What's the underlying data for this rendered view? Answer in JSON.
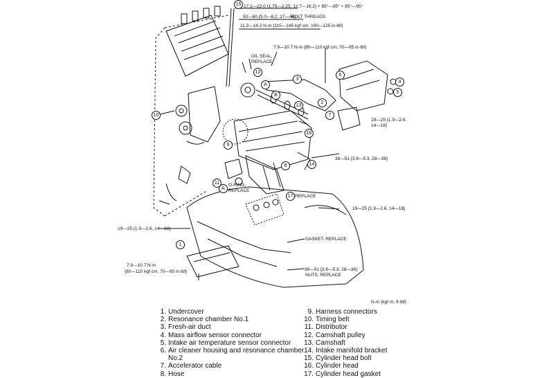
{
  "torque_specs": {
    "head_bolt_steps": "17.2—22.0 {1.75—2.25, 12.7—16.2} + 85°—95° + 85°—95°",
    "bolt_threads_spec": "50—60 {5.0—6.2, 37—44}",
    "bolt_threads_label": "BOLT THREADS",
    "cam_pulley": "11.3—14.2 N·m {115—145 kgf·cm, 100—125 in·lbf}",
    "duct_bolt": "7.9—10.7 N·m {80—110 kgf·cm, 70—95 in·lbf}",
    "air_cleaner": "19—25 {1.9—2.6,\n14—18}",
    "bracket": "38—51 {3.8—5.3, 28—38}",
    "lower_right": "19—25 {1.9—2.6, 14—18}",
    "lower_left": "19—25 {1.9—2.6, 14—18}",
    "undercover_line1": "7.9—10.7 N·m",
    "undercover_line2": "{80—110 kgf·cm, 70—95 in·lbf}",
    "gasket_spec": "38—51 {3.8—5.3, 28—38}"
  },
  "callouts": {
    "oil_seal": "OIL SEAL,\nREPLACE",
    "o_ring": "O-RING,\nREPLACE",
    "replace": "REPLACE",
    "gasket_replace": "GASKET, REPLACE",
    "nuts_replace": "NUTS, REPLACE",
    "circle_a": "A",
    "circle_b": "B"
  },
  "part_numbers": [
    "1",
    "2",
    "3",
    "4",
    "5",
    "6",
    "7",
    "8",
    "9",
    "10",
    "11",
    "12",
    "13",
    "14",
    "15",
    "16",
    "17"
  ],
  "units_note": "N·m {kgf·m, ft·lbf}",
  "legend_left": [
    {
      "n": "1.",
      "text": "Undercover"
    },
    {
      "n": "2.",
      "text": "Resonance chamber No.1"
    },
    {
      "n": "3.",
      "text": "Fresh-air duct"
    },
    {
      "n": "4.",
      "text": "Mass airflow sensor connector"
    },
    {
      "n": "5.",
      "text": "Intake air temperature sensor connector"
    },
    {
      "n": "6.",
      "text": "Air cleaner housing and resonance chamber"
    },
    {
      "n": "",
      "text": "No.2"
    },
    {
      "n": "7.",
      "text": "Accelerator cable"
    },
    {
      "n": "8.",
      "text": "Hose"
    }
  ],
  "legend_right": [
    {
      "n": "9.",
      "text": "Harness connectors"
    },
    {
      "n": "10.",
      "text": "Timing belt"
    },
    {
      "n": "11.",
      "text": "Distributor"
    },
    {
      "n": "12.",
      "text": "Camshaft pulley"
    },
    {
      "n": "13.",
      "text": "Camshaft"
    },
    {
      "n": "14.",
      "text": "Intake manifold bracket"
    },
    {
      "n": "15.",
      "text": "Cylinder head bolt"
    },
    {
      "n": "16.",
      "text": "Cylinder head"
    },
    {
      "n": "17.",
      "text": "Cylinder head gasket"
    }
  ]
}
